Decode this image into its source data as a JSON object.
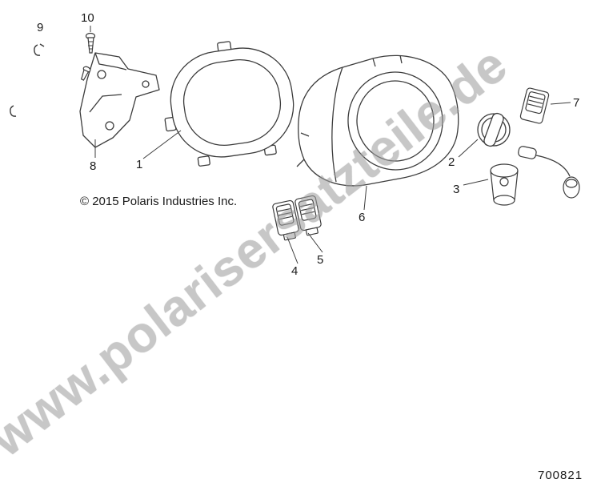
{
  "watermark": {
    "text": "www.polarisersatzteile.de"
  },
  "copyright": {
    "text": "© 2015 Polaris Industries Inc."
  },
  "footer": {
    "part_number": "700821"
  },
  "callouts": {
    "n1": "1",
    "n2": "2",
    "n3": "3",
    "n4": "4",
    "n5": "5",
    "n6": "6",
    "n7": "7",
    "n8": "8",
    "n9": "9",
    "n10": "10"
  }
}
